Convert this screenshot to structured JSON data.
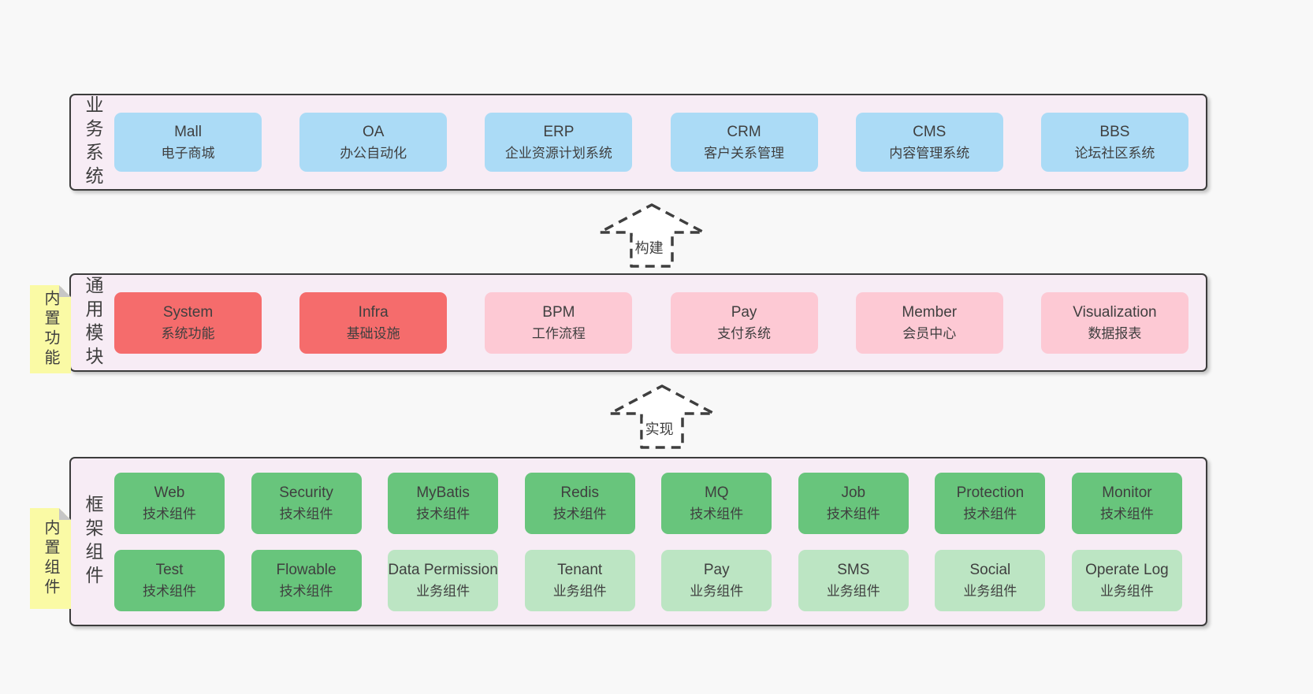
{
  "colors": {
    "page_bg": "#f8f8f8",
    "layer_bg": "#f7ecf5",
    "layer_border": "#3c3c3c",
    "blue_box": "#abdbf6",
    "red_box": "#f56c6c",
    "pink_box": "#fdc9d4",
    "green_box": "#68c57c",
    "light_green_box": "#bce5c3",
    "note_bg": "#fafaa5",
    "note_fold": "#c6c6c6",
    "text": "#3f3f3f"
  },
  "arrows": [
    {
      "label": "构建"
    },
    {
      "label": "实现"
    }
  ],
  "layers": [
    {
      "label": "业务系统",
      "boxes": [
        {
          "name": "Mall",
          "desc": "电子商城",
          "variant": "blue"
        },
        {
          "name": "OA",
          "desc": "办公自动化",
          "variant": "blue"
        },
        {
          "name": "ERP",
          "desc": "企业资源计划系统",
          "variant": "blue"
        },
        {
          "name": "CRM",
          "desc": "客户关系管理",
          "variant": "blue"
        },
        {
          "name": "CMS",
          "desc": "内容管理系统",
          "variant": "blue"
        },
        {
          "name": "BBS",
          "desc": "论坛社区系统",
          "variant": "blue"
        }
      ]
    },
    {
      "label": "通用模块",
      "note": "内置功能",
      "boxes": [
        {
          "name": "System",
          "desc": "系统功能",
          "variant": "red"
        },
        {
          "name": "Infra",
          "desc": "基础设施",
          "variant": "red"
        },
        {
          "name": "BPM",
          "desc": "工作流程",
          "variant": "pink"
        },
        {
          "name": "Pay",
          "desc": "支付系统",
          "variant": "pink"
        },
        {
          "name": "Member",
          "desc": "会员中心",
          "variant": "pink"
        },
        {
          "name": "Visualization",
          "desc": "数据报表",
          "variant": "pink"
        }
      ]
    },
    {
      "label": "框架组件",
      "note": "内置组件",
      "rows": [
        [
          {
            "name": "Web",
            "desc": "技术组件",
            "variant": "green"
          },
          {
            "name": "Security",
            "desc": "技术组件",
            "variant": "green"
          },
          {
            "name": "MyBatis",
            "desc": "技术组件",
            "variant": "green"
          },
          {
            "name": "Redis",
            "desc": "技术组件",
            "variant": "green"
          },
          {
            "name": "MQ",
            "desc": "技术组件",
            "variant": "green"
          },
          {
            "name": "Job",
            "desc": "技术组件",
            "variant": "green"
          },
          {
            "name": "Protection",
            "desc": "技术组件",
            "variant": "green"
          },
          {
            "name": "Monitor",
            "desc": "技术组件",
            "variant": "green"
          }
        ],
        [
          {
            "name": "Test",
            "desc": "技术组件",
            "variant": "green"
          },
          {
            "name": "Flowable",
            "desc": "技术组件",
            "variant": "green"
          },
          {
            "name": "Data Permission",
            "desc": "业务组件",
            "variant": "green-light"
          },
          {
            "name": "Tenant",
            "desc": "业务组件",
            "variant": "green-light"
          },
          {
            "name": "Pay",
            "desc": "业务组件",
            "variant": "green-light"
          },
          {
            "name": "SMS",
            "desc": "业务组件",
            "variant": "green-light"
          },
          {
            "name": "Social",
            "desc": "业务组件",
            "variant": "green-light"
          },
          {
            "name": "Operate Log",
            "desc": "业务组件",
            "variant": "green-light"
          }
        ]
      ]
    }
  ]
}
